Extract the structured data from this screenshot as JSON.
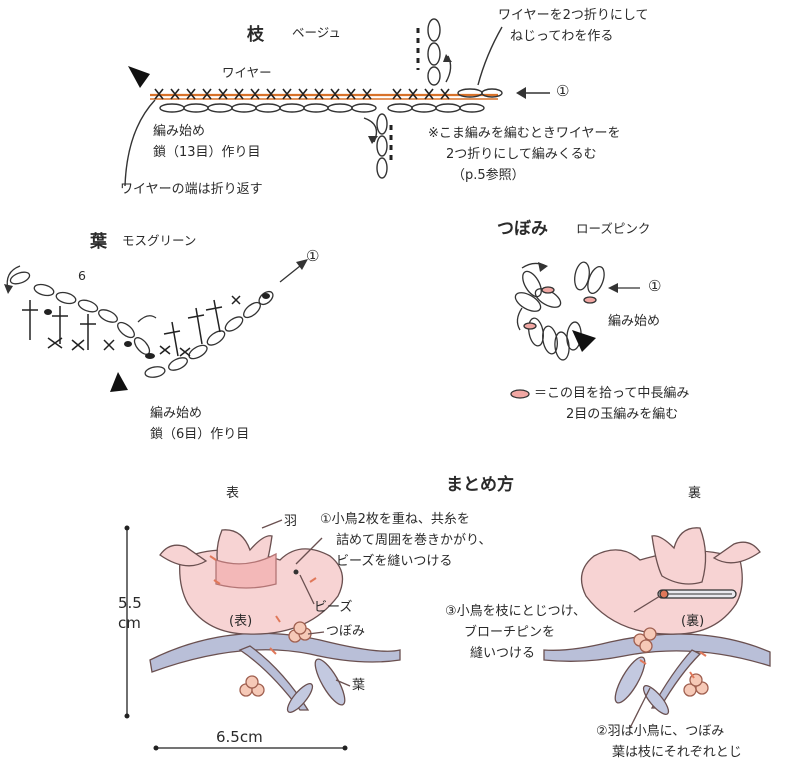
{
  "branch": {
    "title": "枝",
    "color": "ベージュ",
    "wire_label": "ワイヤー",
    "fold_note": [
      "ワイヤーを2つ折りにして",
      "ねじってわを作る"
    ],
    "marker": "①",
    "start_label": [
      "編み始め",
      "鎖（13目）作り目"
    ],
    "end_note": "ワイヤーの端は折り返す",
    "tip_note": [
      "※こま編みを編むときワイヤーを",
      "2つ折りにして編みくるむ",
      "（p.5参照）"
    ]
  },
  "leaf": {
    "title": "葉",
    "color": "モスグリーン",
    "marker": "①",
    "count": "6",
    "start_label": [
      "編み始め",
      "鎖（6目）作り目"
    ]
  },
  "bud": {
    "title": "つぼみ",
    "color": "ローズピンク",
    "marker": "①",
    "start_label": "編み始め",
    "legend": [
      "＝この目を拾って中長編み",
      "2目の玉編みを編む"
    ]
  },
  "assembly": {
    "title": "まとめ方",
    "front_label": "表",
    "back_label": "裏",
    "wing_label": "羽",
    "beads_label": "ビーズ",
    "bud_label": "つぼみ",
    "leaf_label": "葉",
    "front_tag": "(表)",
    "back_tag": "(裏)",
    "step1": [
      "①小鳥2枚を重ね、共糸を",
      "詰めて周囲を巻きかがり、",
      "ビーズを縫いつける"
    ],
    "step3": [
      "③小鳥を枝にとじつけ、",
      "ブローチピンを",
      "縫いつける"
    ],
    "step2": [
      "②羽は小鳥に、つぼみ",
      "葉は枝にそれぞれとじ"
    ],
    "height": "5.5",
    "height_unit": "cm",
    "width": "6.5cm"
  },
  "colors": {
    "ink": "#2a2a2a",
    "bird": "#f7d3d3",
    "branch": "#b9bfd8",
    "leaf": "#c3c9e0",
    "accent": "#e0785a"
  }
}
